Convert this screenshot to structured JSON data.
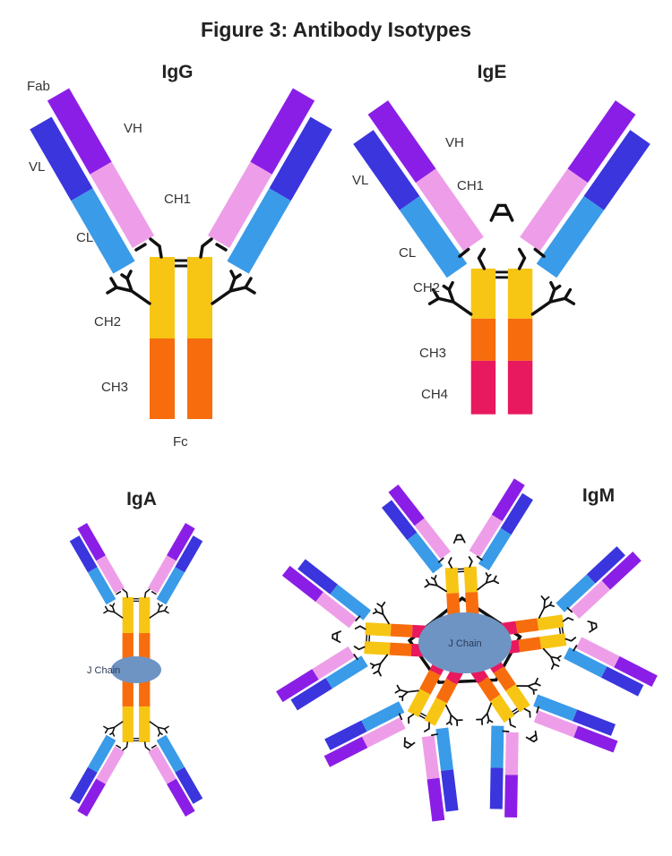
{
  "title": "Figure 3: Antibody Isotypes",
  "panels": {
    "igg": {
      "title": "IgG",
      "labels": {
        "fab": "Fab",
        "vh": "VH",
        "vl": "VL",
        "ch1": "CH1",
        "cl": "CL",
        "ch2": "CH2",
        "ch3": "CH3",
        "fc": "Fc"
      }
    },
    "ige": {
      "title": "IgE",
      "labels": {
        "vh": "VH",
        "vl": "VL",
        "ch1": "CH1",
        "cl": "CL",
        "ch2": "CH2",
        "ch3": "CH3",
        "ch4": "CH4"
      }
    },
    "iga": {
      "title": "IgA",
      "j_chain": "J Chain"
    },
    "igm": {
      "title": "IgM",
      "j_chain": "J Chain"
    }
  },
  "colors": {
    "vh": "#8b1ee6",
    "ch1": "#ee9ee8",
    "vl": "#3a35dd",
    "cl": "#3a9be8",
    "ch2": "#f7c614",
    "ch3": "#f76d0d",
    "ch4": "#e8195e",
    "j_chain": "#6e94c4",
    "bond": "#111111"
  }
}
